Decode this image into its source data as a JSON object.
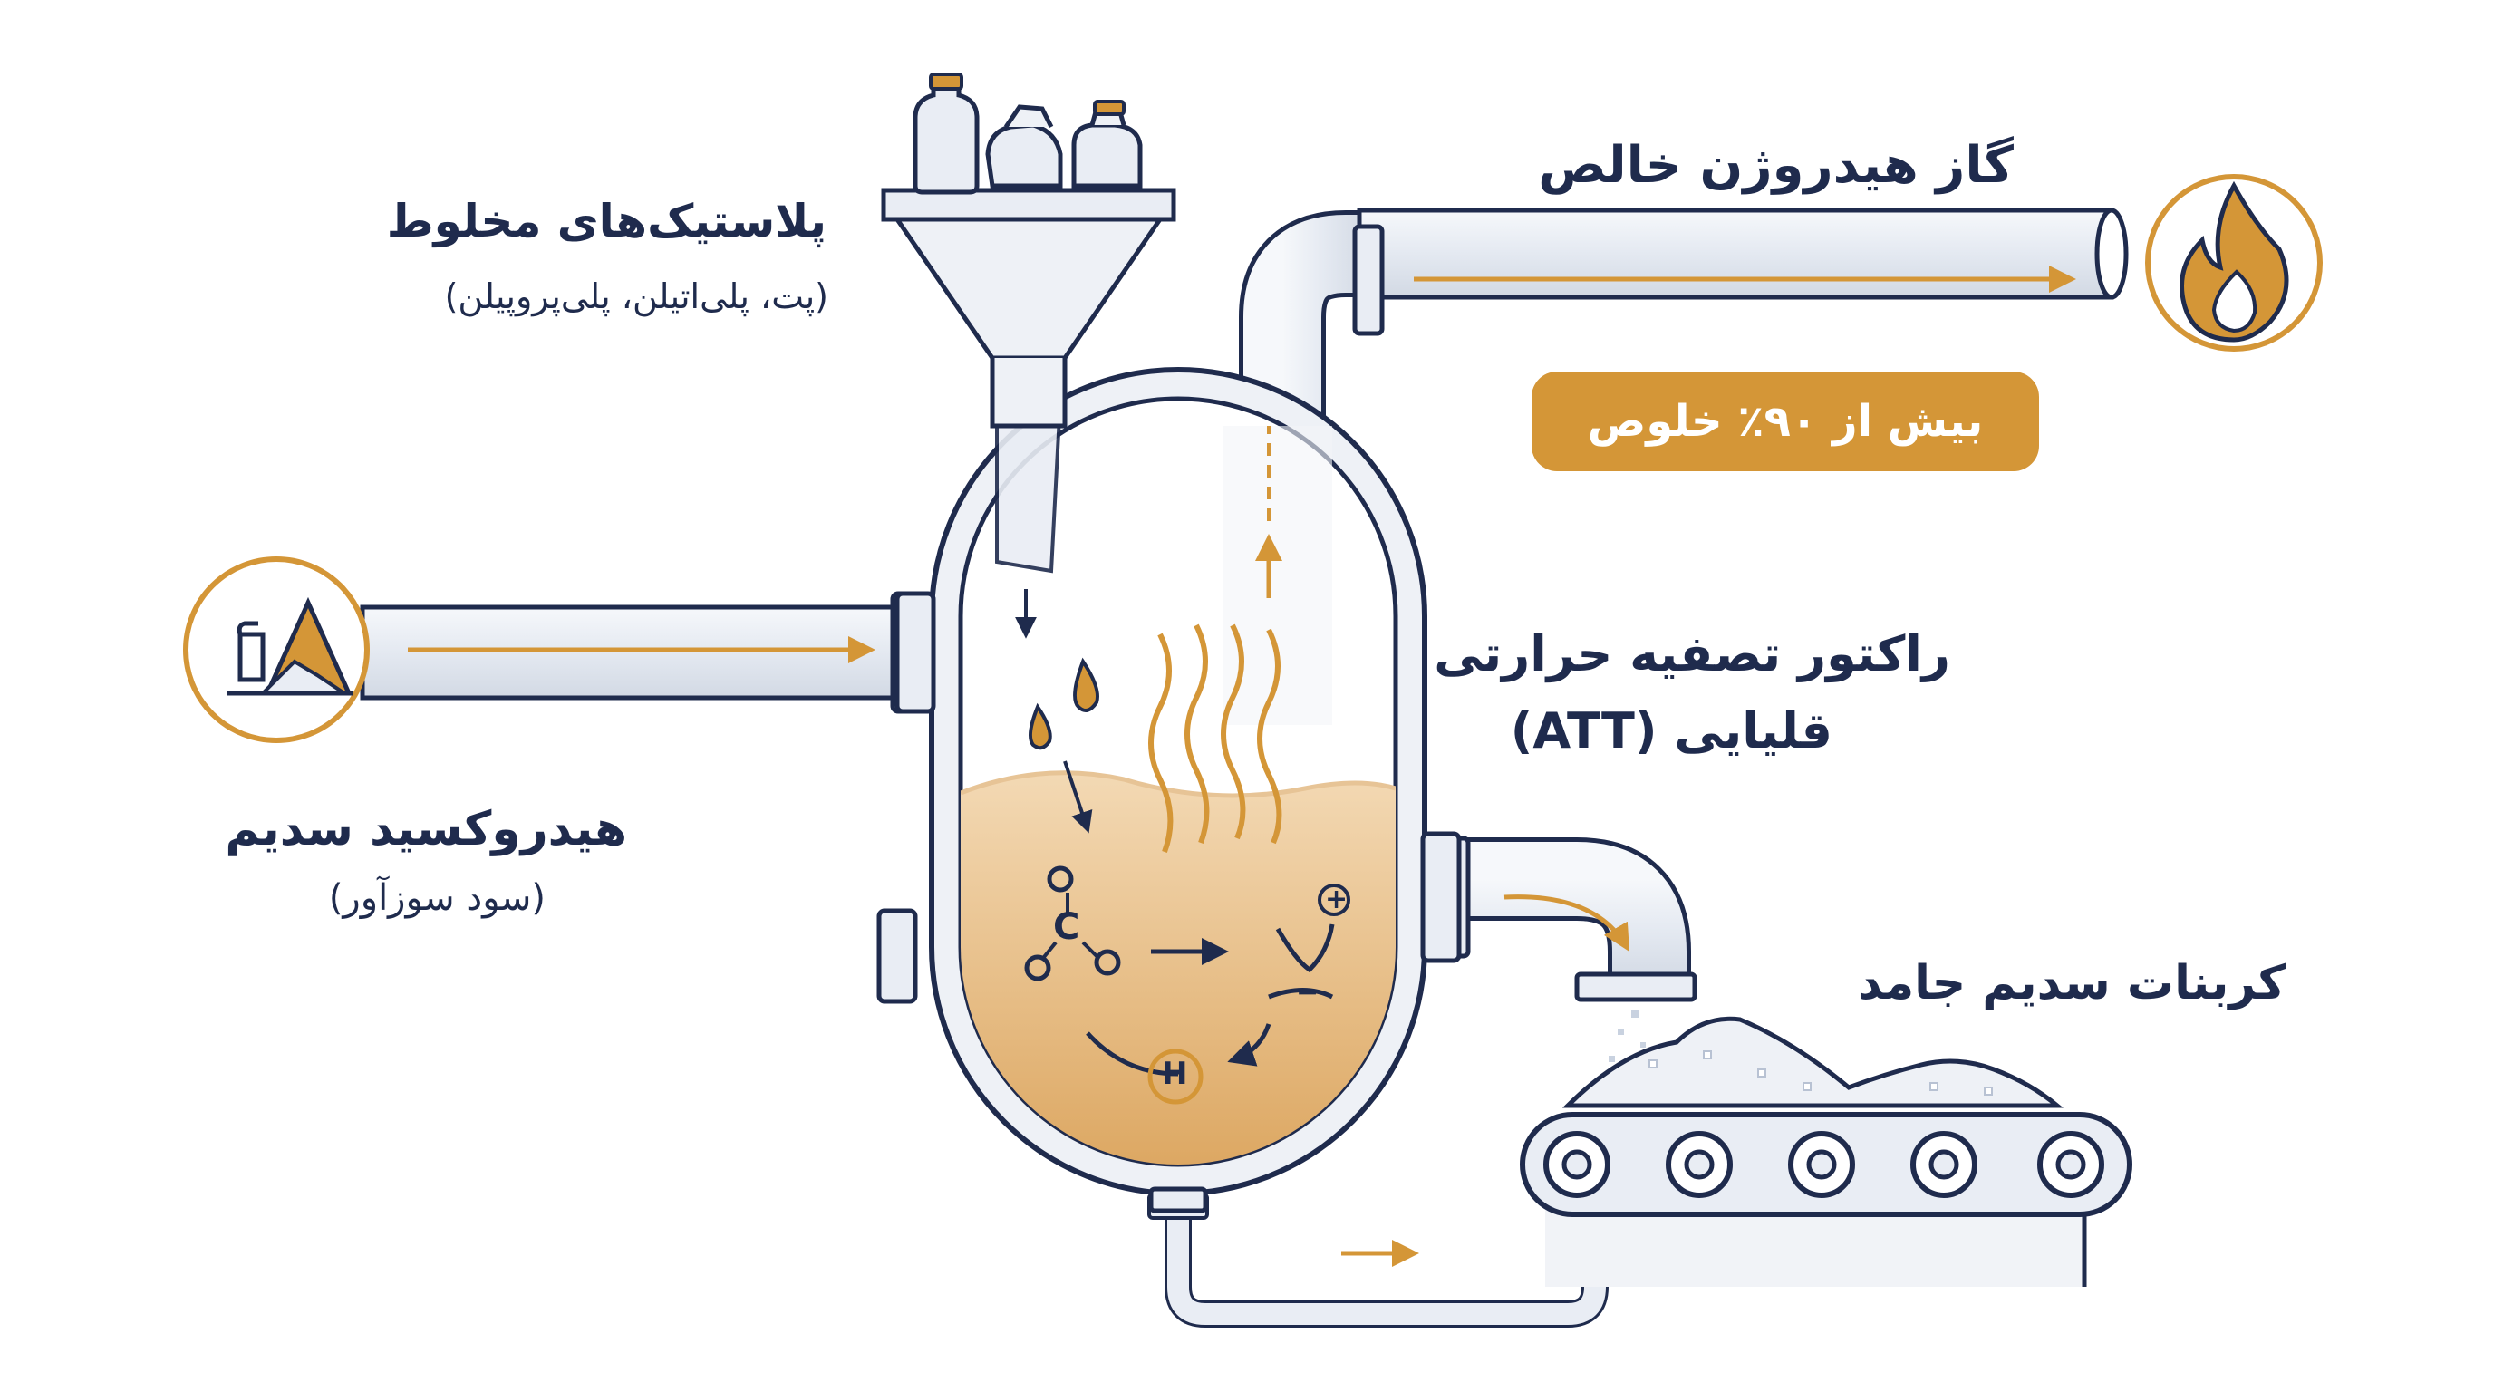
{
  "labels": {
    "plastics_title": "پلاستیک‌های مخلوط",
    "plastics_sub": "(پت، پلی‌اتیلن، پلی‌پروپیلن)",
    "hydrogen_title": "گاز هیدروژن خالص",
    "purity_badge": "بیش از ۹۰٪ خلوص",
    "reactor_line1": "راکتور تصفیه حرارتی",
    "reactor_line2": "قلیایی (ATT)",
    "naoh_title": "هیدروکسید سدیم",
    "naoh_sub": "(سود سوزآور)",
    "carbonate_title": "کربنات سدیم جامد",
    "h_symbol": "H",
    "c_symbol": "C",
    "o_symbol": "O",
    "plus_symbol": "+",
    "minus_symbol": "−"
  },
  "colors": {
    "navy": "#1f2b4d",
    "accent": "#d49637",
    "pipe_fill": "#e9edf4",
    "liquid": "#e3b273",
    "white": "#ffffff"
  },
  "icons": {
    "plastic_bottles": "plastic-bottles-icon",
    "funnel": "funnel-icon",
    "flame": "flame-icon",
    "naoh_powder": "powder-pile-icon",
    "conveyor": "conveyor-belt-icon"
  }
}
